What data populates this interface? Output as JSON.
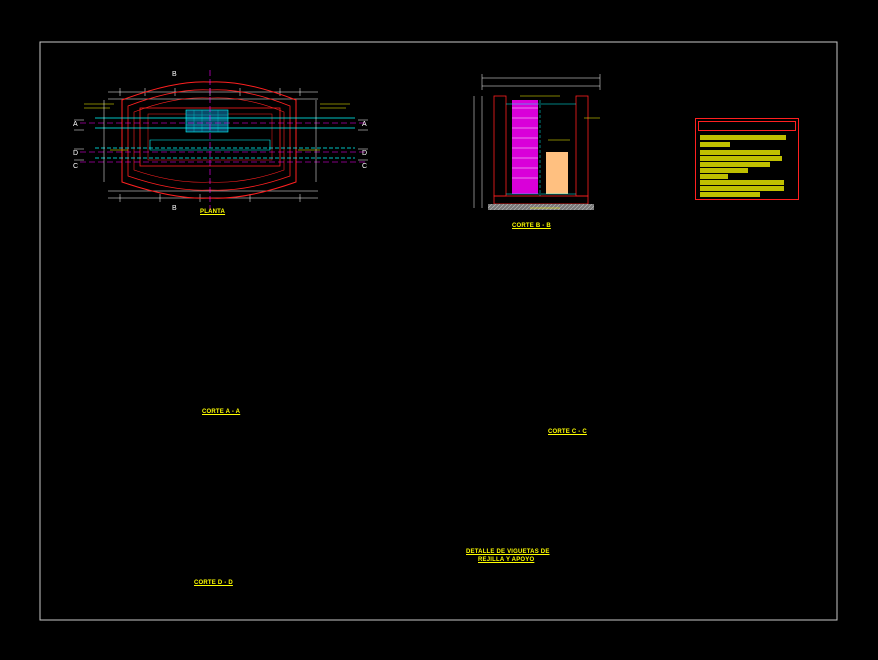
{
  "labels": {
    "planta": "PLANTA",
    "corte_bb": "CORTE B - B",
    "corte_aa": "CORTE A - A",
    "corte_cc": "CORTE C - C",
    "corte_dd": "CORTE D - D",
    "detalle_line1": "DETALLE DE VIGUETAS DE",
    "detalle_line2": "REJILLA Y APOYO"
  },
  "section_marks": {
    "a": "A",
    "b": "B",
    "c": "C",
    "d": "D"
  },
  "colors": {
    "background": "#000000",
    "frame": "#c8c8c8",
    "structure": "#ff2020",
    "dimension": "#ffffff",
    "cyan_lines": "#00ffff",
    "magenta": "#ff00ff",
    "gravel": "#ffcc99",
    "grid_fill": "#1a1aa0",
    "annotation": "#ffff00",
    "ground": "#808080"
  }
}
